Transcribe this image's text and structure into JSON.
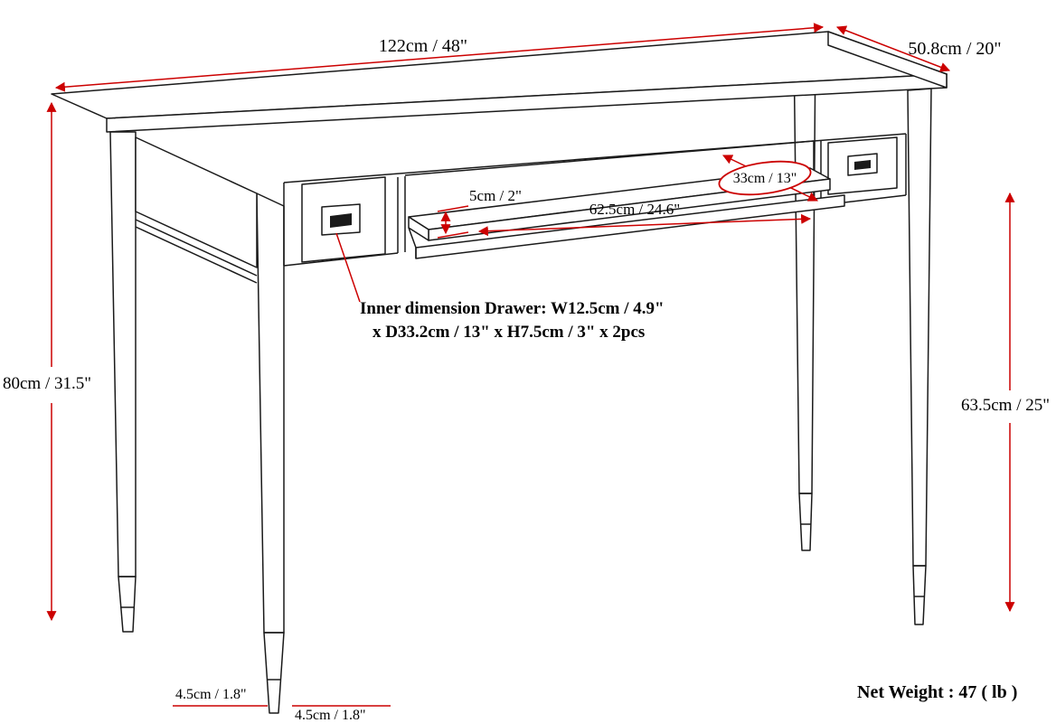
{
  "colors": {
    "drawing_line": "#1a1a1a",
    "dimension_line": "#cc0000",
    "text": "#000000",
    "background": "#ffffff"
  },
  "labels": {
    "top_length": "122cm / 48\"",
    "top_depth": "50.8cm / 20\"",
    "height_left": "80cm / 31.5\"",
    "height_right": "63.5cm / 25\"",
    "tray_height": "5cm / 2\"",
    "tray_width": "62.5cm / 24.6\"",
    "tray_depth_circled": "33cm / 13\"",
    "foot_rear_left": "4.5cm / 1.8\"",
    "foot_front_left": "4.5cm / 1.8\"",
    "drawer_note_line1": "Inner dimension Drawer: W12.5cm / 4.9\"",
    "drawer_note_line2": "x D33.2cm / 13\" x H7.5cm / 3\" x 2pcs",
    "net_weight": "Net Weight : 47 ( lb )"
  }
}
